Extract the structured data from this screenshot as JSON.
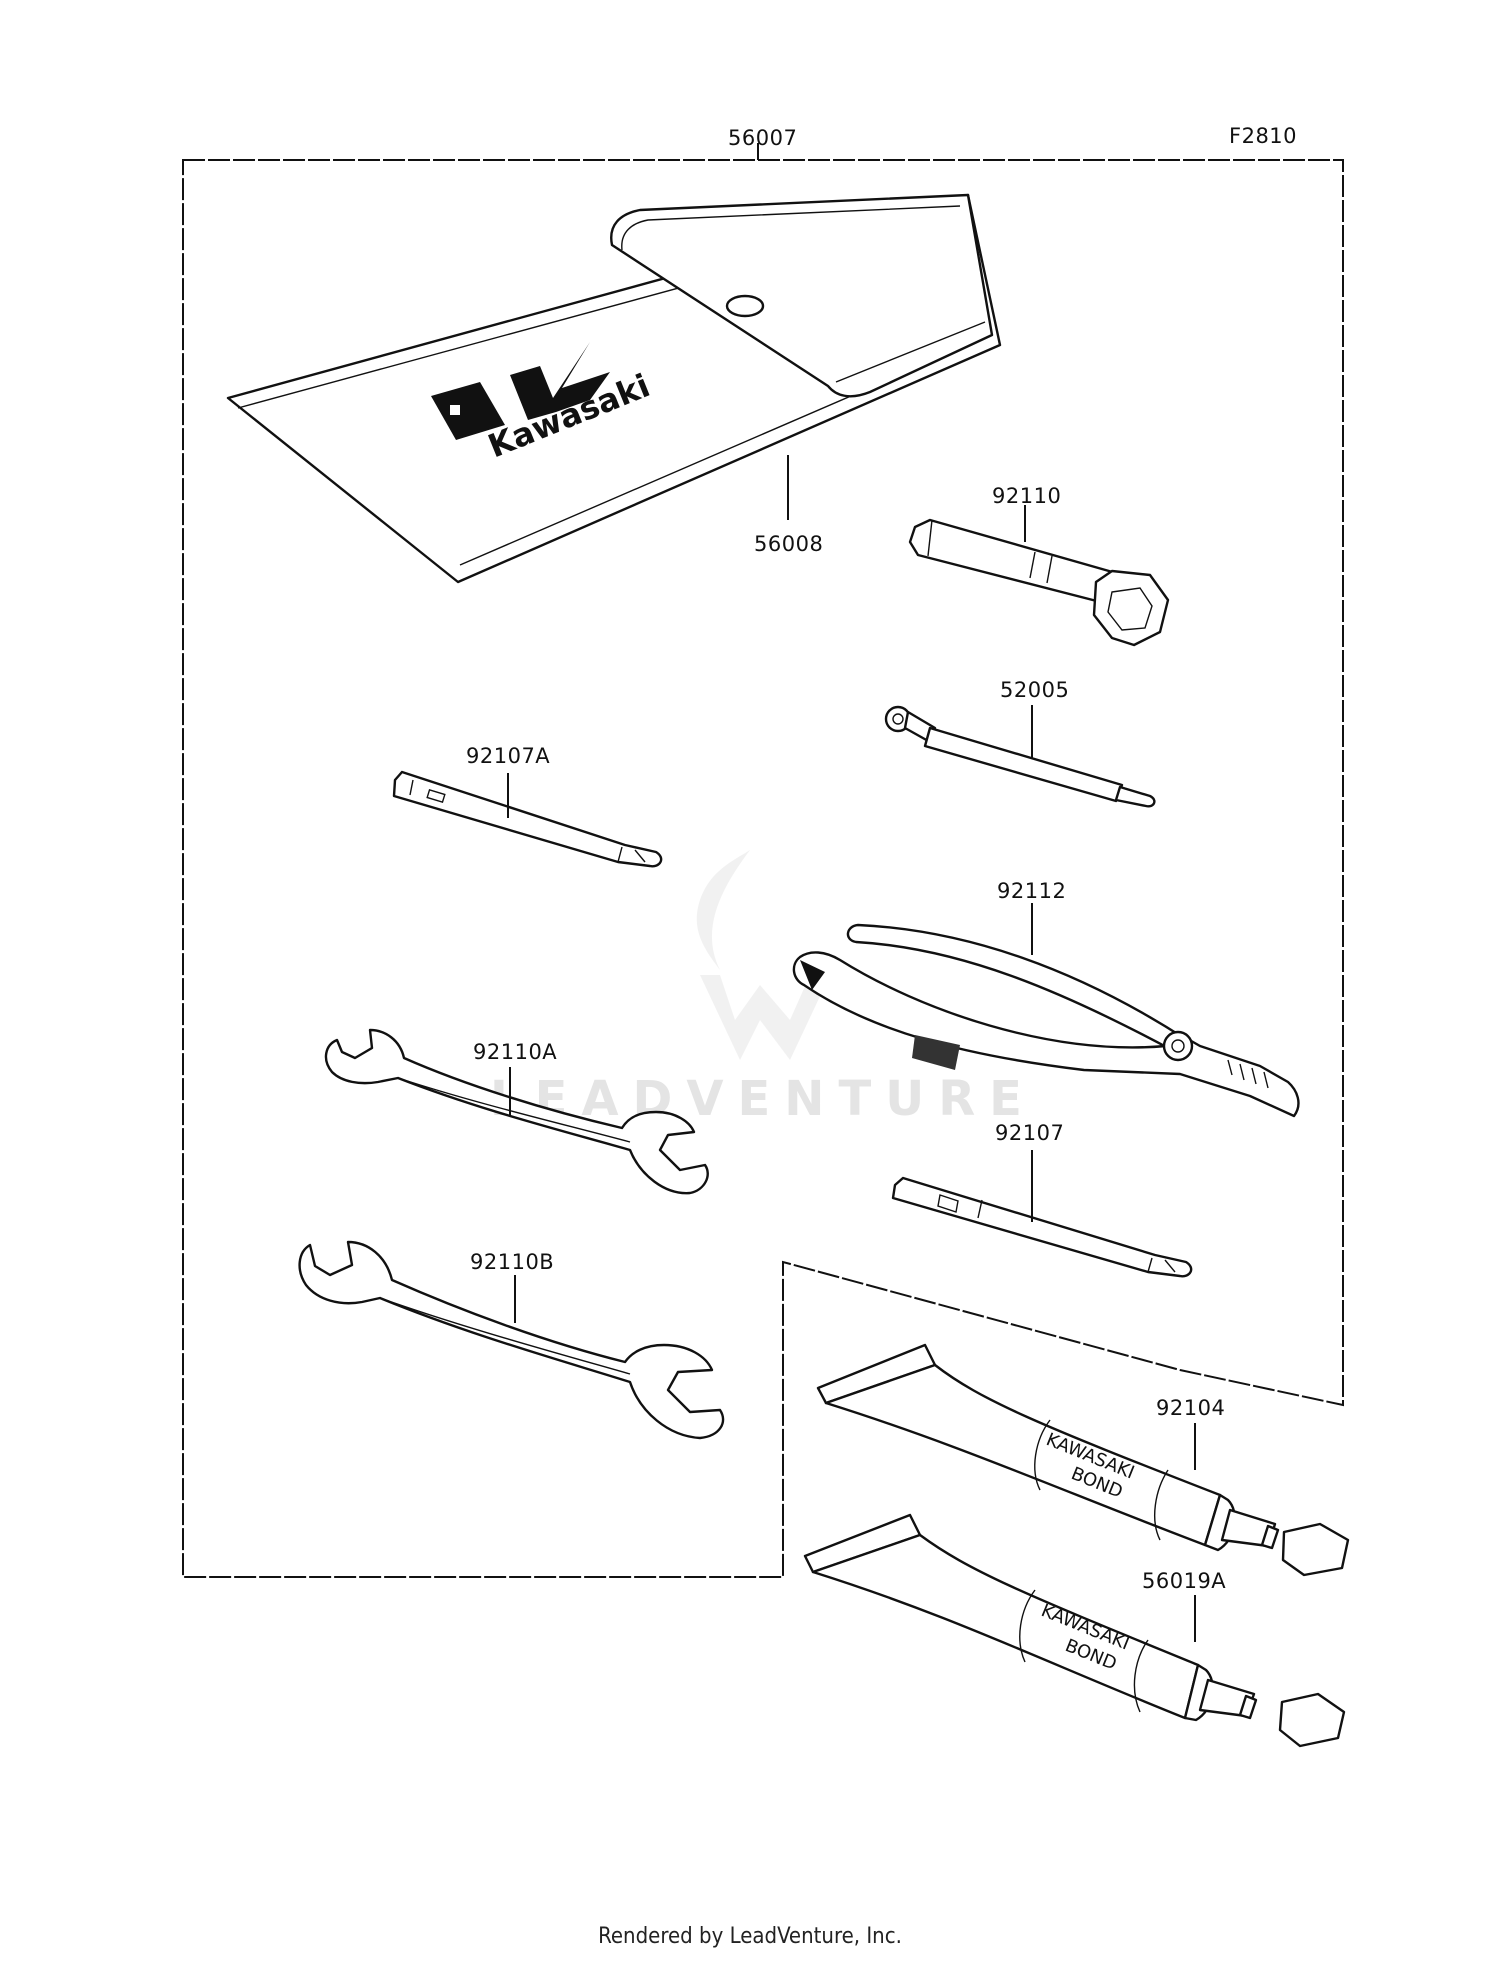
{
  "figure_code": "F2810",
  "footer_text": "Rendered by LeadVenture, Inc.",
  "watermark_text": "LEADVENTURE",
  "pouch_logo_text": "Kawasaki",
  "tube_text_line1": "KAWASAKI",
  "tube_text_line2": "BOND",
  "parts": [
    {
      "number": "56007",
      "name": "tool-kit"
    },
    {
      "number": "56008",
      "name": "tool-pouch"
    },
    {
      "number": "92110",
      "name": "spark-plug-wrench"
    },
    {
      "number": "52005",
      "name": "screwdriver-handle"
    },
    {
      "number": "92107A",
      "name": "screwdriver-bit-a"
    },
    {
      "number": "92112",
      "name": "pliers"
    },
    {
      "number": "92110A",
      "name": "open-end-wrench-a"
    },
    {
      "number": "92107",
      "name": "screwdriver-bit"
    },
    {
      "number": "92110B",
      "name": "open-end-wrench-b"
    },
    {
      "number": "92104",
      "name": "bond-tube"
    },
    {
      "number": "56019A",
      "name": "bond-tube-a"
    }
  ]
}
